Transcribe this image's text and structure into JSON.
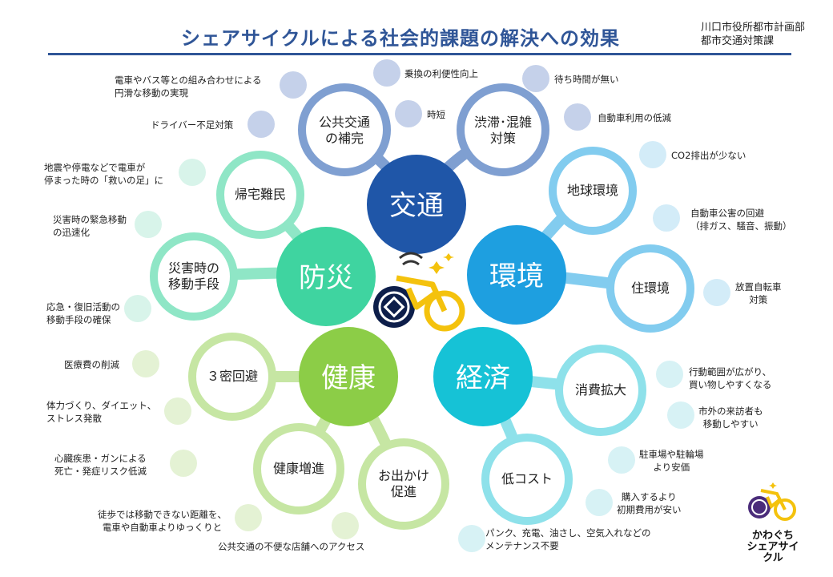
{
  "title": "シェアサイクルによる社会的課題の解決への効果",
  "department": "川口市役所都市計画部\n都市交通対策課",
  "hubs": {
    "traffic": "交通",
    "disaster": "防災",
    "environment": "環境",
    "health": "健康",
    "economy": "経済"
  },
  "subs": {
    "public_transport": "公共交通\nの補完",
    "congestion": "渋滞･混雑\n対策",
    "return_home": "帰宅難民",
    "disaster_move": "災害時の\n移動手段",
    "global_env": "地球環境",
    "living_env": "住環境",
    "avoid_3c": "３密回避",
    "health_up": "健康増進",
    "outing": "お出かけ\n促進",
    "consumption": "消費拡大",
    "low_cost": "低コスト"
  },
  "notes": {
    "train_bus": "電車やバス等との組み合わせによる\n円滑な移動の実現",
    "driver": "ドライバー不足対策",
    "transfer": "乗換の利便性向上",
    "time_saving": "時短",
    "no_wait": "待ち時間が無い",
    "car_reduce": "自動車利用の低減",
    "co2": "CO2排出が少ない",
    "pollution": "自動車公害の回避\n（排ガス、騒音、振動）",
    "parking": "放置自転車\n対策",
    "earthquake": "地震や停電などで電車が\n停まった時の「救いの足」に",
    "emergency": "災害時の緊急移動\nの迅速化",
    "recovery": "応急・復旧活動の\n移動手段の確保",
    "medical": "医療費の削減",
    "fitness": "体力づくり、ダイエット、\nストレス発散",
    "disease": "心臓疾患・ガンによる\n死亡・発症リスク低減",
    "walk": "徒歩では移動できない距離を、\n電車や自動車よりゆっくりと",
    "shops": "公共交通の不便な店舗へのアクセス",
    "range": "行動範囲が広がり、\n買い物しやすくなる",
    "visitors": "市外の来訪者も\n移動しやすい",
    "parking_fee": "駐車場や駐輪場\nより安価",
    "purchase": "購入するより\n初期費用が安い",
    "maintenance": "パンク、充電、油さし、空気入れなどの\nメンテナンス不要"
  },
  "logo_text": "かわぐち\nシェアサイクル",
  "colors": {
    "traffic": "#1f56a8",
    "traffic_light": "#7f9fd1",
    "disaster": "#3fd4a0",
    "disaster_light": "#8fe6c6",
    "environment": "#1e9fe0",
    "environment_light": "#82ccef",
    "health": "#8ccd47",
    "health_light": "#c6e6a3",
    "economy": "#16c2d6",
    "economy_light": "#8ee1ea",
    "bike": "#f4c20d"
  }
}
